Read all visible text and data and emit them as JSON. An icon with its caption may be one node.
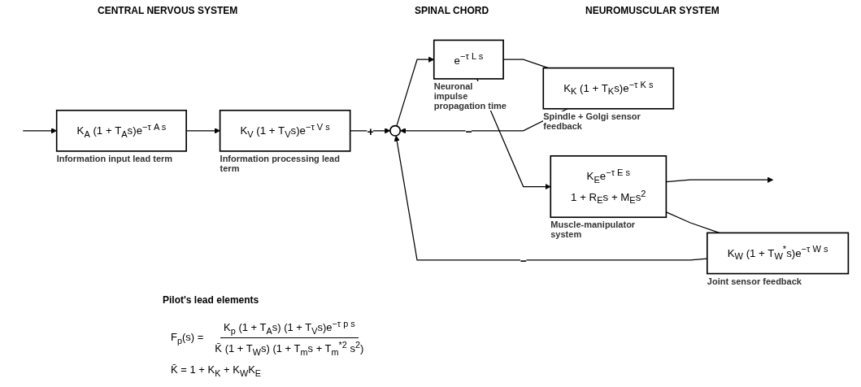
{
  "diagram": {
    "nodes": [
      {
        "text": [
          "K$_{A}$ (1 + T$_{A}$s)e$^{−τ A s}$"
        ],
        "beside": [
          "Information input lead term"
        ]
      },
      {
        "text": [
          "K$_{V}$ (1 + T$_{V}$s)e$^{−τ V s}$"
        ],
        "beside": [
          "Information processing lead term"
        ]
      },
      {
        "text": [],
        "shape": "circle"
      },
      {
        "text": [
          "K$_{K}$ (1 + T$_{K}$s)e$^{−τ K s}$"
        ],
        "beside": [
          "Spindle + Golgi sensor feedback"
        ]
      },
      {
        "text": [
          "e$^{−τ L s}$"
        ],
        "beside": [
          "Neuronal impulse propagation time"
        ]
      },
      {
        "text": [
          "K$_{E}$e$^{−τ E s}$",
          "1 + R$_{E}$s + M$_{E}$s$^{2}$"
        ],
        "beside": [
          "Muscle-manipulator system"
        ]
      },
      {
        "text": [
          "K$_{W}$ (1 + T$_{W}$$^{*}$s)e$^{−τ W s}$"
        ],
        "beside": [
          "Joint sensor feedback"
        ]
      }
    ],
    "edges": [
      {
        "from": null,
        "to": 0,
        "arrow": "to"
      },
      {
        "from": 0,
        "to": 1,
        "arrow": "to"
      },
      {
        "from": 1,
        "to": 2,
        "arrow": "to",
        "label": "+"
      },
      {
        "from": 2,
        "to": 4,
        "arrow": "to"
      },
      {
        "from": 3,
        "to": 2,
        "arrow": "to",
        "label": "−"
      },
      {
        "from": 4,
        "to": 5,
        "arrow": "to"
      },
      {
        "from": 4,
        "to": 3,
        "arrow": "none"
      },
      {
        "from": 5,
        "to": null,
        "arrow": "to"
      },
      {
        "from": 5,
        "to": 6,
        "arrow": "none"
      },
      {
        "from": 6,
        "to": 2,
        "arrow": "to",
        "label": "−"
      }
    ],
    "labels": [
      "CENTRAL NERVOUS SYSTEM",
      "SPINAL CHORD",
      "NEUROMUSCULAR SYSTEM",
      "Pilot's lead elements",
      "F$_{p}$(s) =",
      "K$_{p}$ (1 + T$_{A}$s) (1 + T$_{V}$s)e$^{−τ p s}$",
      "K̄ (1 + T$_{W}$s) (1 + T$_{m}$s + T$_{m}$$^{*2}$ s$^{2}$)",
      "K̄ = 1 + K$_{K}$ + K$_{W}$K$_{E}$"
    ]
  }
}
